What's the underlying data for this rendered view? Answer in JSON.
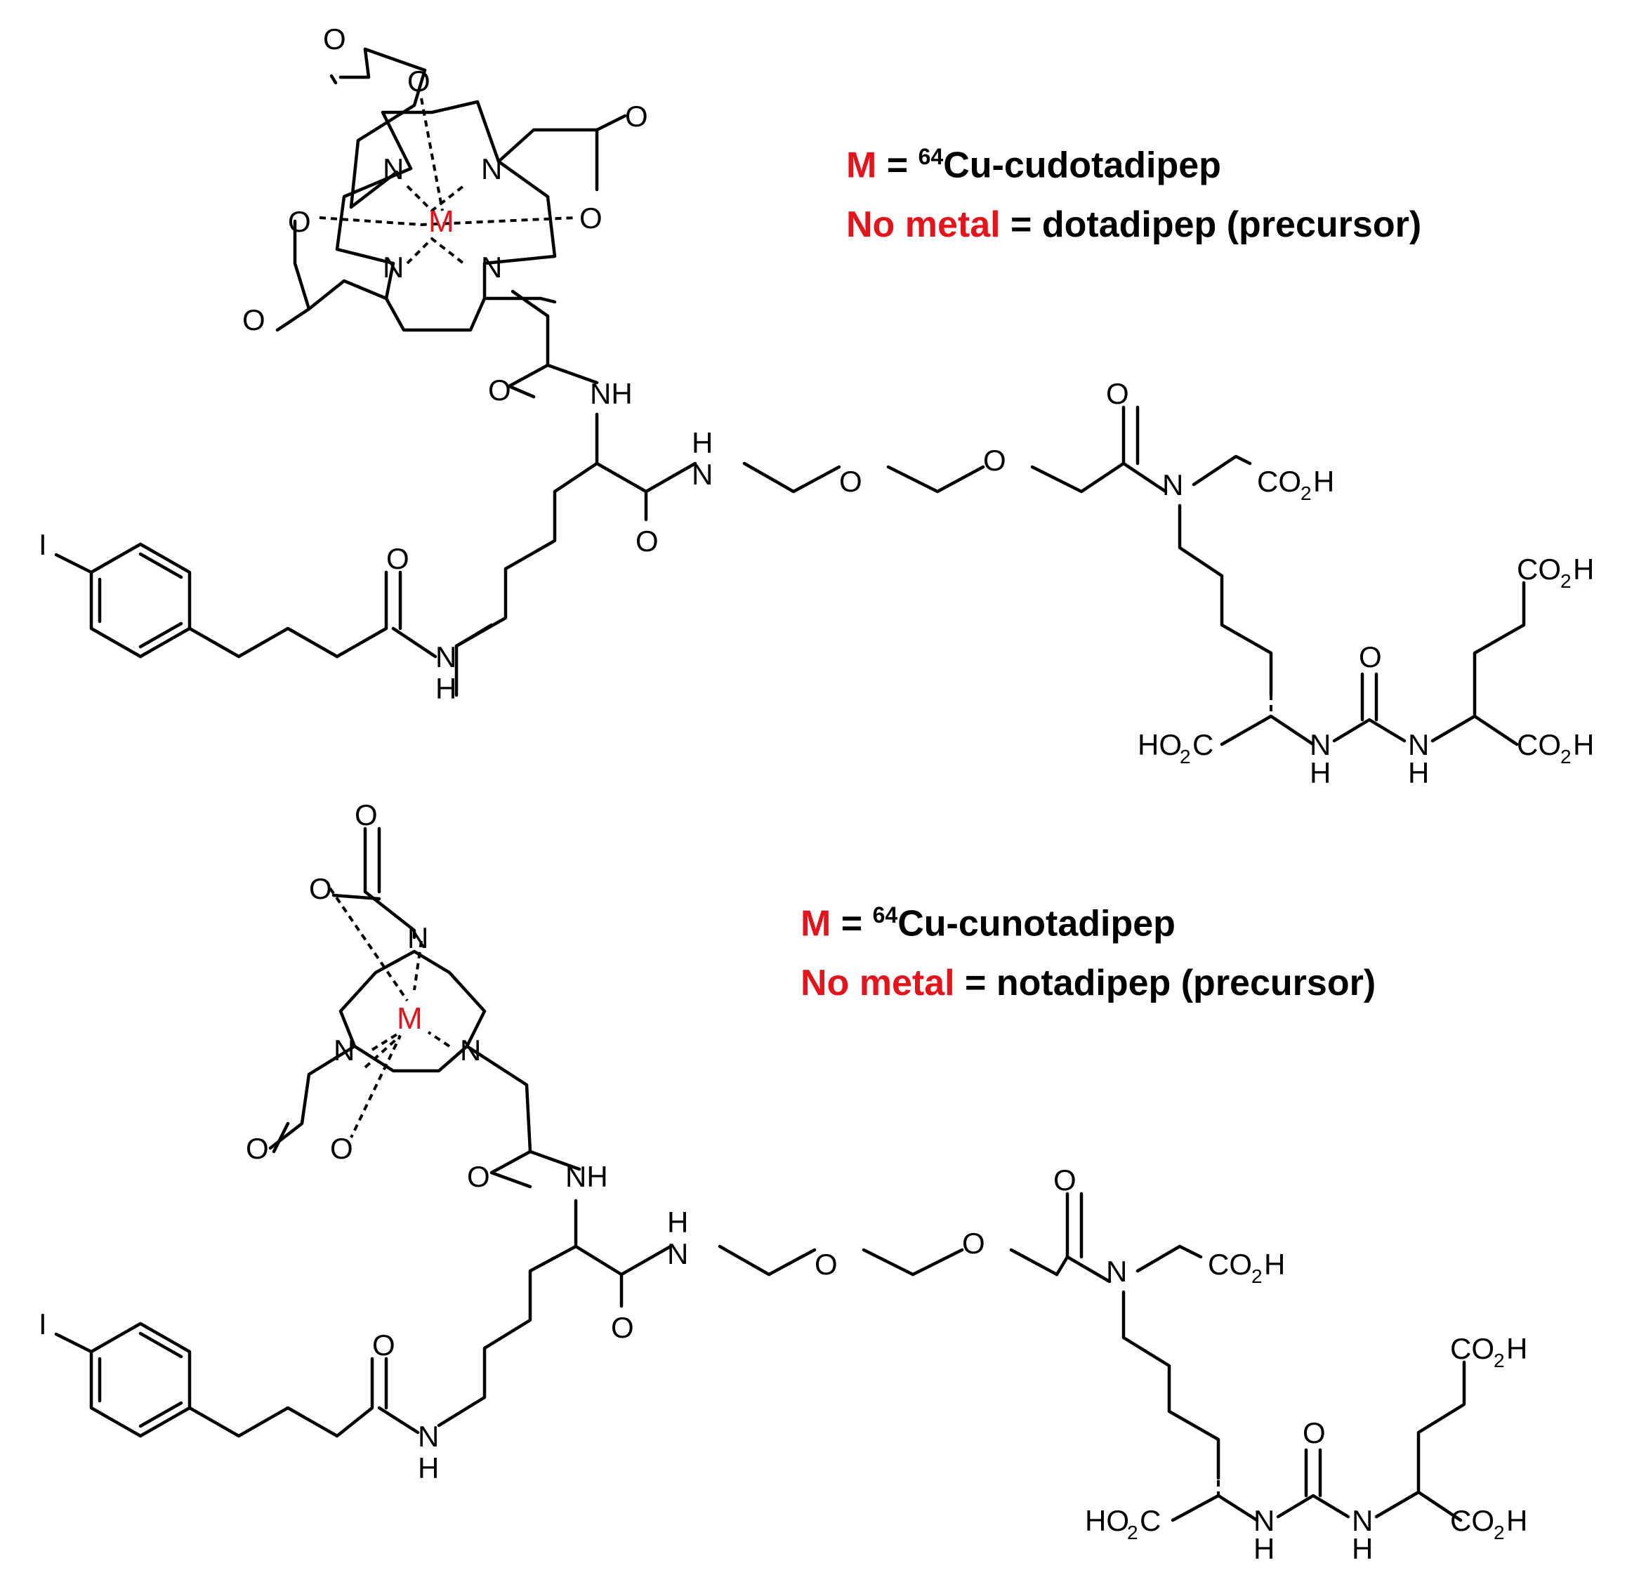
{
  "colors": {
    "metal": "#e3141b",
    "ink": "#000000"
  },
  "legend_top": {
    "line1": {
      "key": "M",
      "eq": " = ",
      "isotope": "64",
      "name": "Cu-cudotadipep"
    },
    "line2": {
      "key": "No metal",
      "eq": " = ",
      "name": "dotadipep (precursor)"
    }
  },
  "legend_bottom": {
    "line1": {
      "key": "M",
      "eq": " = ",
      "isotope": "64",
      "name": "Cu-cunotadipep"
    },
    "line2": {
      "key": "No metal",
      "eq": " = ",
      "name": "notadipep (precursor)"
    }
  },
  "atoms": {
    "metal": "M",
    "N": "N",
    "O": "O",
    "NH": "NH",
    "H": "H",
    "I": "I",
    "CO": "CO",
    "H_end": "H",
    "HO": "HO",
    "sub2": "2",
    "C": "C"
  }
}
